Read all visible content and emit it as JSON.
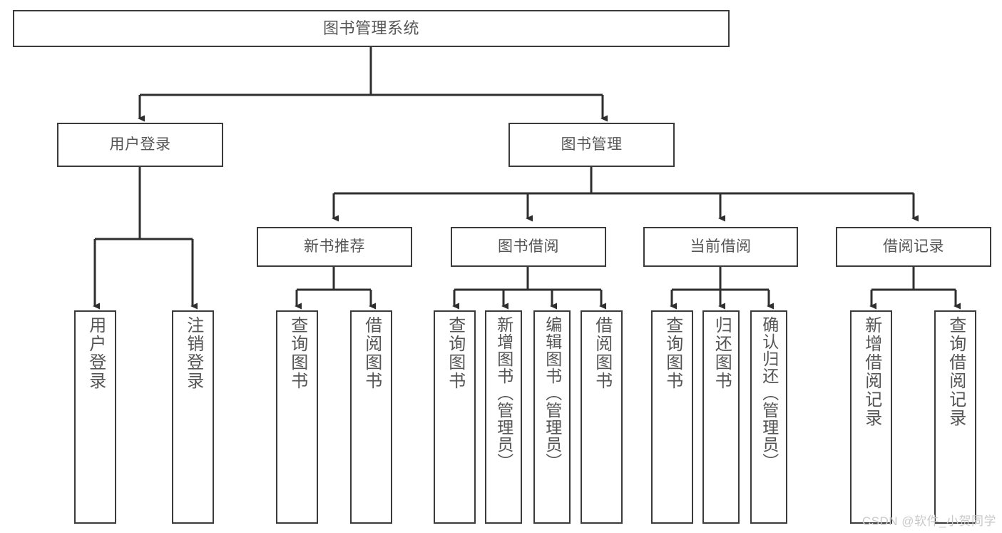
{
  "diagram": {
    "type": "tree-hierarchy",
    "title_node": "图书管理系统",
    "watermark": "CSDN @软件_小贺同学",
    "colors": {
      "border": "#3b3b3b",
      "text": "#555555",
      "background": "#ffffff",
      "watermark": "#c9c9c9"
    },
    "nodes": {
      "root": {
        "label": "图书管理系统"
      },
      "level2": [
        {
          "label": "用户登录"
        },
        {
          "label": "图书管理"
        }
      ],
      "level3": [
        {
          "label": "新书推荐"
        },
        {
          "label": "图书借阅"
        },
        {
          "label": "当前借阅"
        },
        {
          "label": "借阅记录"
        }
      ],
      "leaves": {
        "user_login": [
          {
            "label": "用户登录"
          },
          {
            "label": "注销登录"
          }
        ],
        "new_book_recommend": [
          {
            "label": "查询图书"
          },
          {
            "label": "借阅图书"
          }
        ],
        "book_borrow": [
          {
            "label": "查询图书"
          },
          {
            "label": "新增图书（管理员）"
          },
          {
            "label": "编辑图书（管理员）"
          },
          {
            "label": "借阅图书"
          }
        ],
        "current_borrow": [
          {
            "label": "查询图书"
          },
          {
            "label": "归还图书"
          },
          {
            "label": "确认归还（管理员）"
          }
        ],
        "borrow_record": [
          {
            "label": "新增借阅记录"
          },
          {
            "label": "查询借阅记录"
          }
        ]
      }
    }
  }
}
